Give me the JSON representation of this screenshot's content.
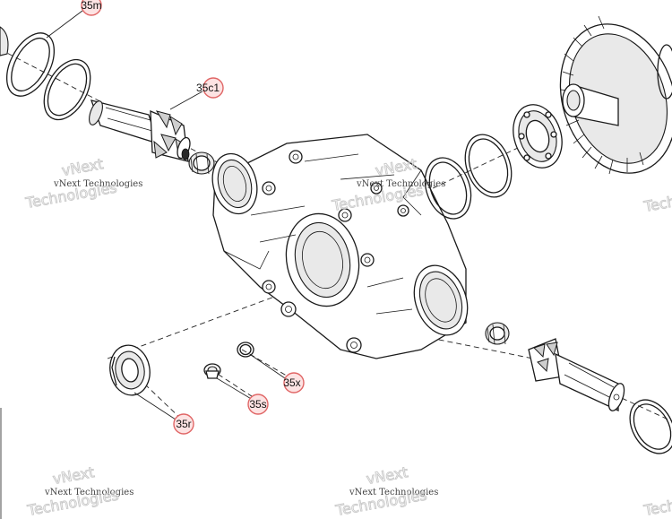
{
  "callouts": {
    "c35m": "35m",
    "c35c1": "35c1",
    "c35x": "35x",
    "c35s": "35s",
    "c35r": "35r"
  },
  "watermark": {
    "line_small": "vNext Technologies",
    "line_big": "Technologies",
    "line_big_top": "vNext"
  },
  "colors": {
    "callout_fill": "#fde3e3",
    "callout_stroke": "#e06666",
    "line": "#1a1a1a"
  }
}
